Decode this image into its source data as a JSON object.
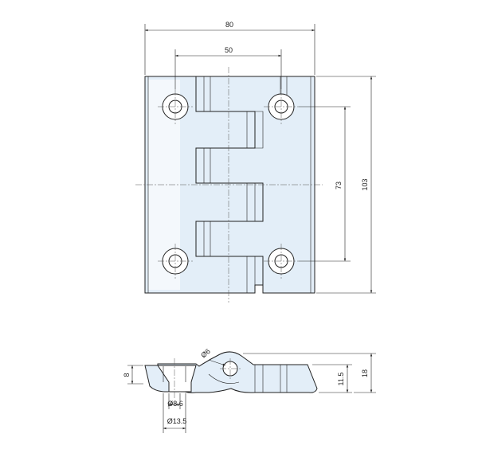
{
  "dimensions": {
    "overall_width": "80",
    "hole_spacing_horizontal": "50",
    "hole_spacing_vertical": "73",
    "overall_height": "103",
    "pin_diameter": "Ø6",
    "leaf_thickness": "8",
    "countersink_inner_diameter": "Ø8.6",
    "countersink_outer_diameter": "Ø13.5",
    "knuckle_height": "11.5",
    "total_height": "18"
  },
  "colors": {
    "part_fill": "#e3eef8",
    "line": "#222222"
  }
}
